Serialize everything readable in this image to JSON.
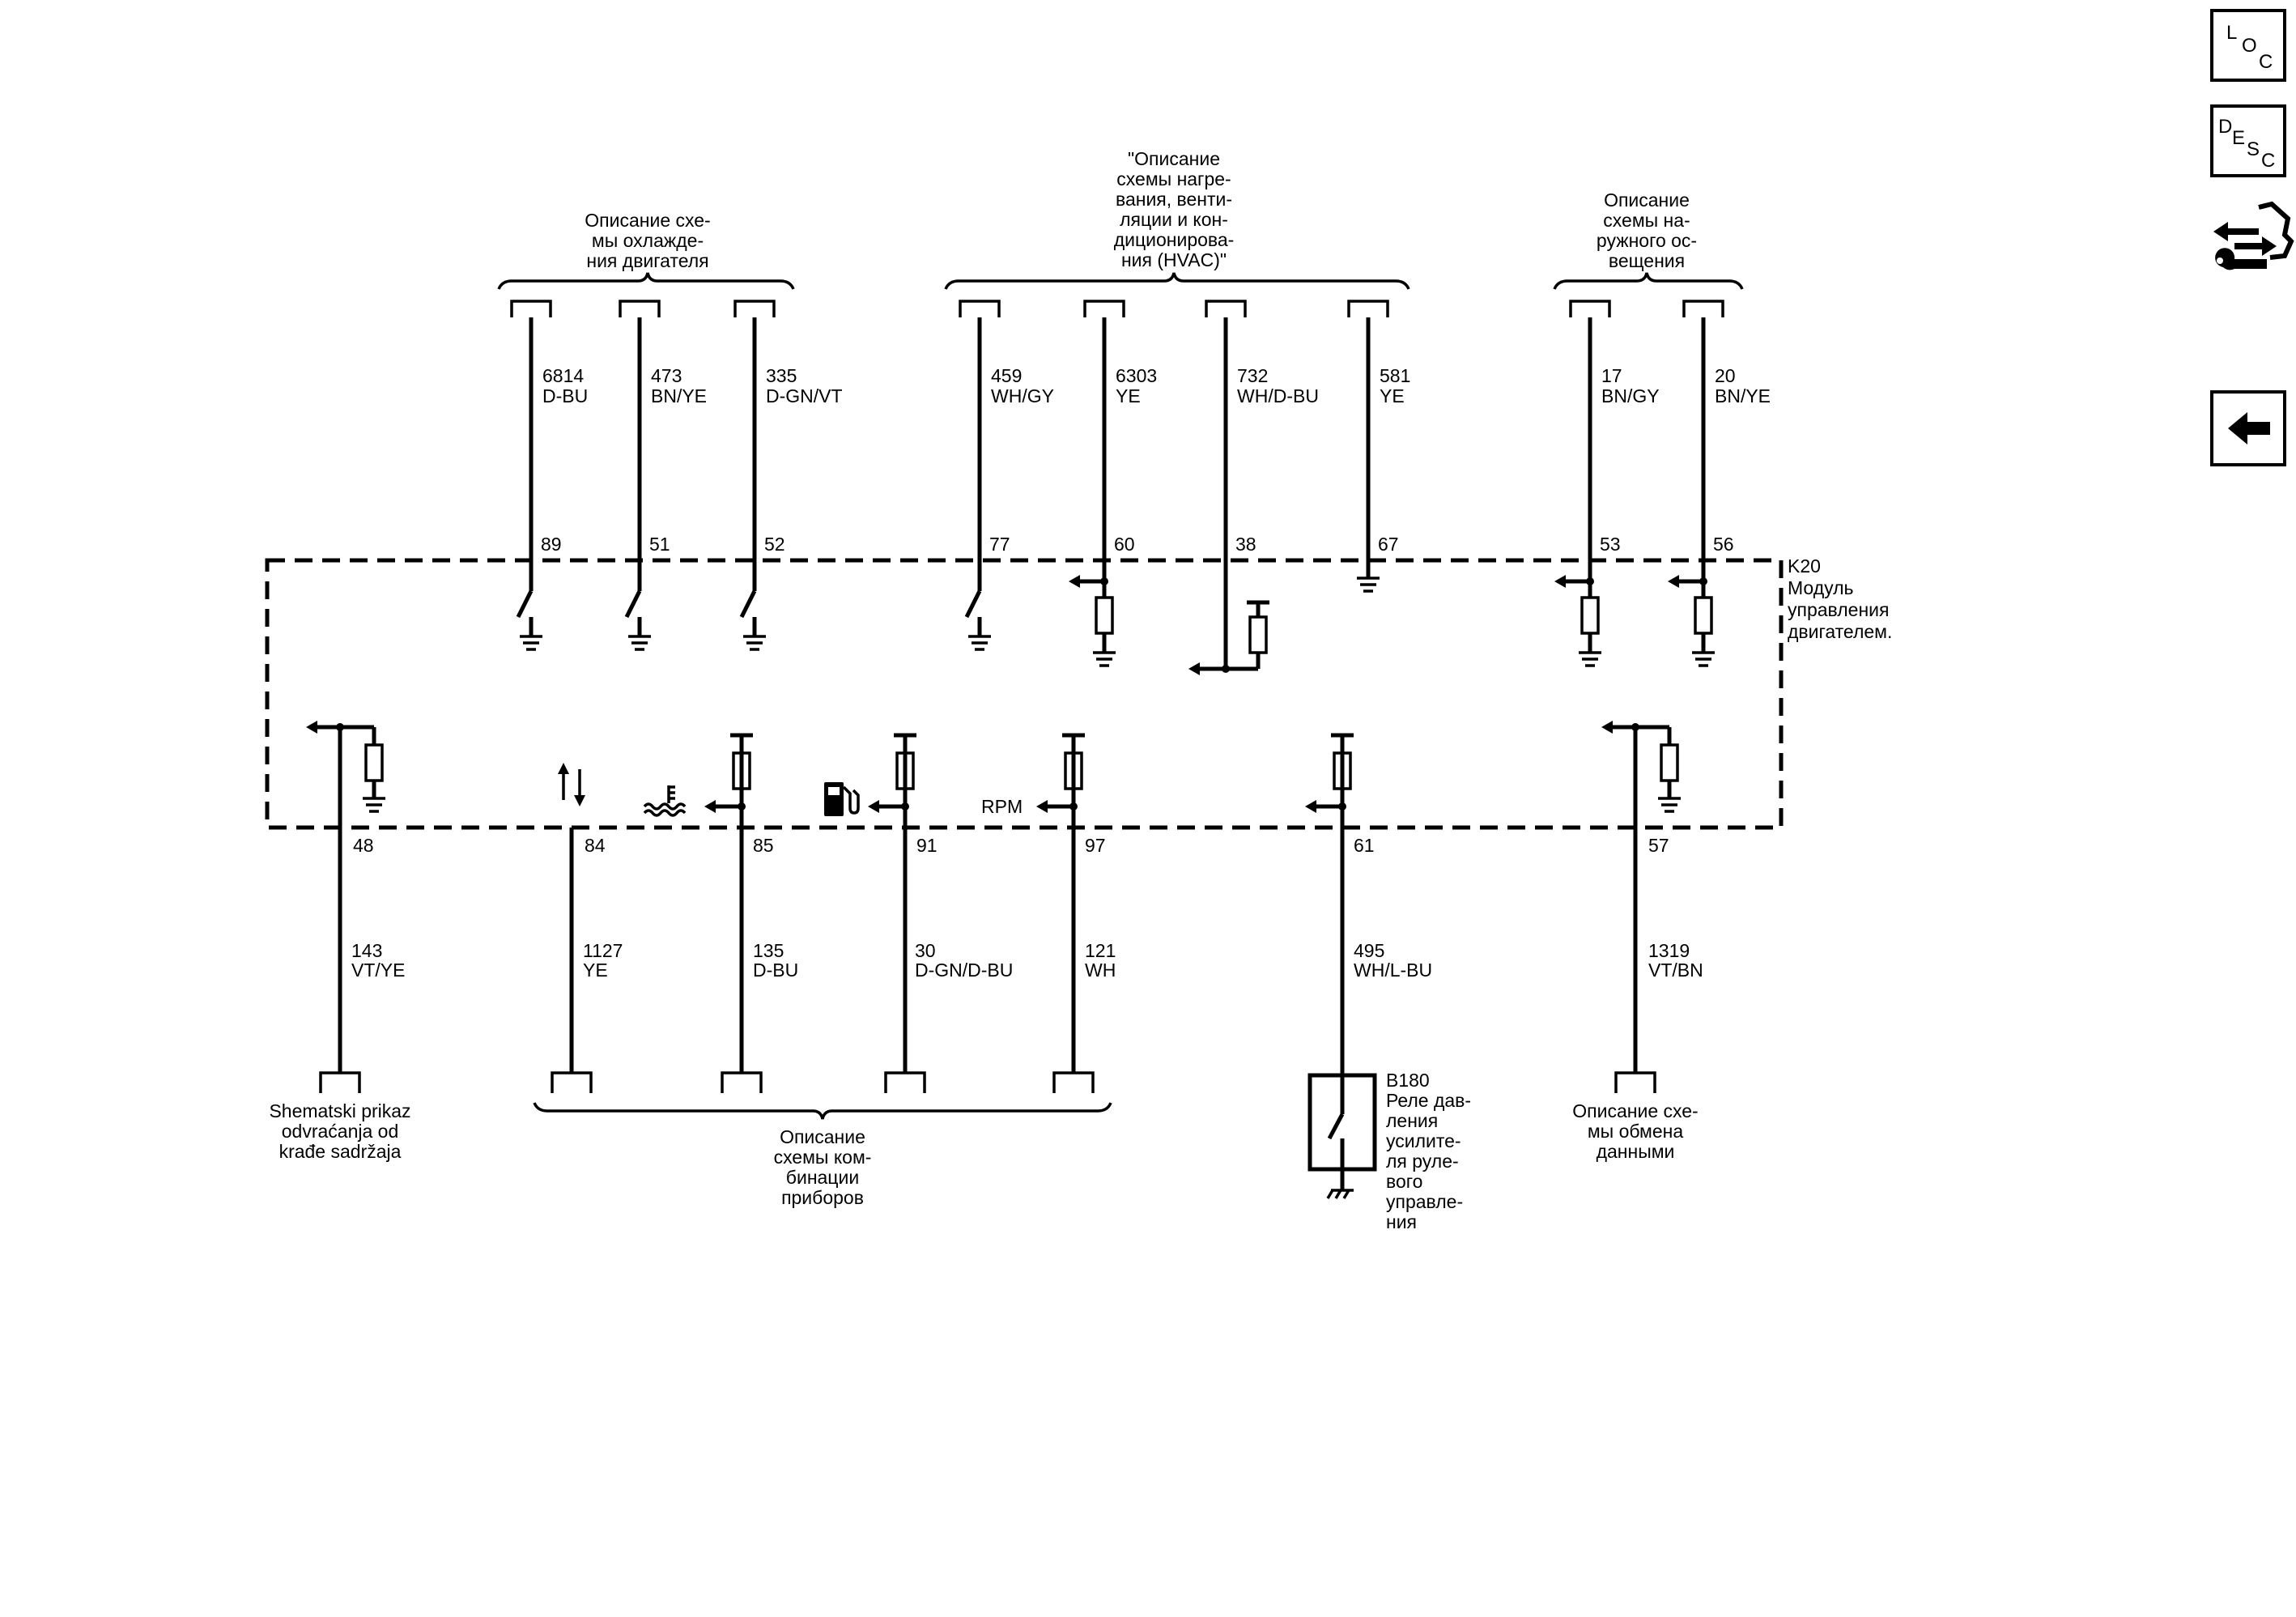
{
  "module": {
    "label": "K20",
    "name_lines": [
      "Модуль",
      "управления",
      "двигателем."
    ]
  },
  "top_groups": [
    {
      "lines": [
        "Описание схе-",
        "мы охлажде-",
        "ния двигателя"
      ]
    },
    {
      "lines": [
        "\"Описание",
        "схемы нагре-",
        "вания, венти-",
        "ляции и кон-",
        "диционирова-",
        "ния (HVAC)\""
      ]
    },
    {
      "lines": [
        "Описание",
        "схемы на-",
        "ружного ос-",
        "вещения"
      ]
    }
  ],
  "top_wires": [
    {
      "circuit": "6814",
      "color": "D-BU",
      "pin": "89"
    },
    {
      "circuit": "473",
      "color": "BN/YE",
      "pin": "51"
    },
    {
      "circuit": "335",
      "color": "D-GN/VT",
      "pin": "52"
    },
    {
      "circuit": "459",
      "color": "WH/GY",
      "pin": "77"
    },
    {
      "circuit": "6303",
      "color": "YE",
      "pin": "60"
    },
    {
      "circuit": "732",
      "color": "WH/D-BU",
      "pin": "38"
    },
    {
      "circuit": "581",
      "color": "YE",
      "pin": "67"
    },
    {
      "circuit": "17",
      "color": "BN/GY",
      "pin": "53"
    },
    {
      "circuit": "20",
      "color": "BN/YE",
      "pin": "56"
    }
  ],
  "bottom_wires": [
    {
      "circuit": "143",
      "color": "VT/YE",
      "pin": "48"
    },
    {
      "circuit": "1127",
      "color": "YE",
      "pin": "84"
    },
    {
      "circuit": "135",
      "color": "D-BU",
      "pin": "85"
    },
    {
      "circuit": "30",
      "color": "D-GN/D-BU",
      "pin": "91"
    },
    {
      "circuit": "121",
      "color": "WH",
      "pin": "97"
    },
    {
      "circuit": "495",
      "color": "WH/L-BU",
      "pin": "61"
    },
    {
      "circuit": "1319",
      "color": "VT/BN",
      "pin": "57"
    }
  ],
  "rpm_label": "RPM",
  "bottom_groups": {
    "theft": [
      "Shematski prikaz",
      "odvraćanja od",
      "krađe sadržaja"
    ],
    "cluster": [
      "Описание",
      "схемы ком-",
      "бинации",
      "приборов"
    ],
    "data": [
      "Описание схе-",
      "мы обмена",
      "данными"
    ]
  },
  "switch_b180": {
    "label": "B180",
    "name_lines": [
      "Реле дав-",
      "ления",
      "усилите-",
      "ля руле-",
      "вого",
      "управле-",
      "ния"
    ]
  },
  "sidebar": {
    "loc": {
      "l1": "L",
      "l2": "O",
      "l3": "C"
    },
    "desc": {
      "l1": "D",
      "l2": "E",
      "l3": "S",
      "l4": "C"
    },
    "icons": [
      "connector-tool-icon",
      "back-arrow-icon"
    ]
  }
}
